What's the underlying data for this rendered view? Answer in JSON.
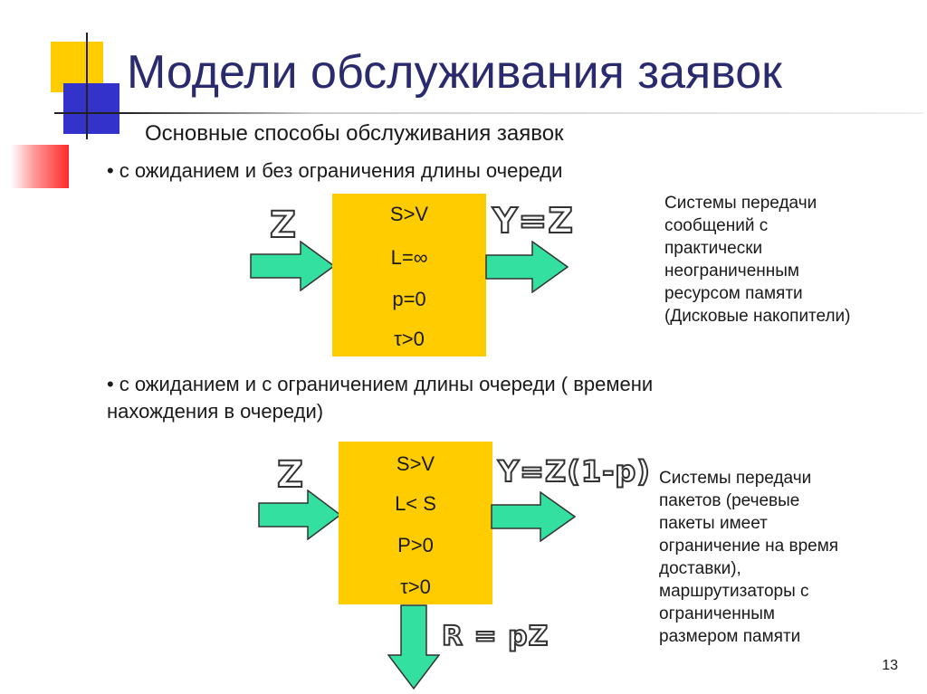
{
  "slide": {
    "title": "Модели обслуживания заявок",
    "subtitle": "Основные способы обслуживания заявок",
    "page_number": "13"
  },
  "section1": {
    "bullet_mark": "•",
    "bullet": "с ожиданием и без ограничения длины очереди",
    "input_label": "Z",
    "output_label": "Y=Z",
    "box_lines": [
      "S>V",
      "L=∞",
      "p=0",
      "τ>0"
    ],
    "note": [
      "Системы передачи",
      "сообщений с",
      "практически",
      "неограниченным",
      "ресурсом памяти",
      "(Дисковые накопители)"
    ]
  },
  "section2": {
    "bullet_mark": "•",
    "bullet_line1": "с ожиданием и с ограничением длины очереди ( времени",
    "bullet_line2": "нахождения в очереди)",
    "input_label": "Z",
    "output_label": "Y=Z(1-p)",
    "loss_label": "R = pZ",
    "box_lines": [
      "S>V",
      "L< S",
      "P>0",
      "τ>0"
    ],
    "note": [
      "Системы передачи",
      "пакетов (речевые",
      "пакеты имеет",
      "ограничение на время",
      "доставки),",
      "маршрутизаторы с",
      "ограниченным",
      "размером памяти"
    ]
  },
  "colors": {
    "title": "#2a2a6e",
    "box_fill": "#ffcc00",
    "arrow_fill": "#33e0a0",
    "decor_yellow": "#ffcc00",
    "decor_blue": "#3333cc",
    "decor_red": "#ff3333"
  }
}
